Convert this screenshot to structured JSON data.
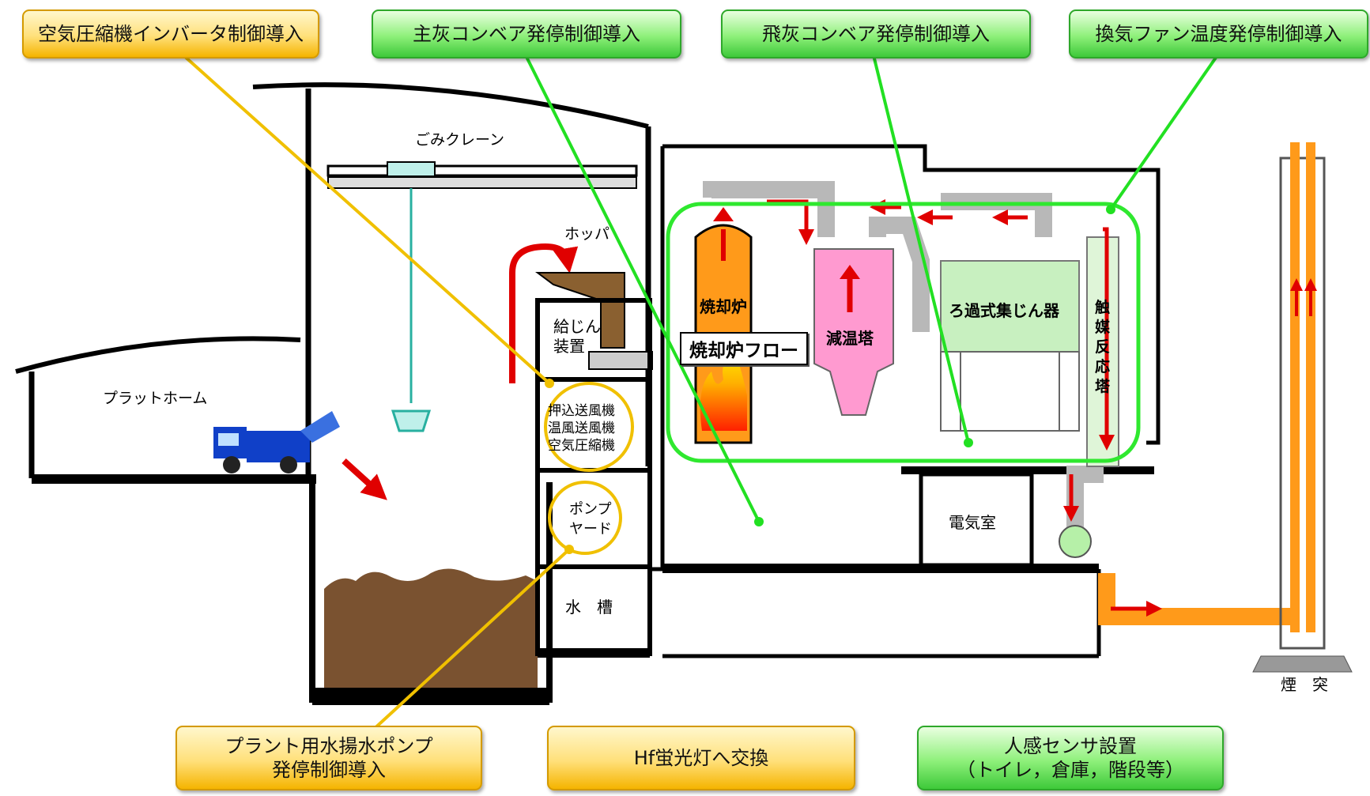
{
  "callouts": {
    "air_compressor": "空気圧縮機インバータ制御導入",
    "main_ash_conveyor": "主灰コンベア発停制御導入",
    "fly_ash_conveyor": "飛灰コンベア発停制御導入",
    "vent_fan": "換気ファン温度発停制御導入",
    "plant_pump": "プラント用水揚水ポンプ\n発停制御導入",
    "hf_lamp": "Hf蛍光灯へ交換",
    "motion_sensor": "人感センサ設置\n（トイレ，倉庫，階段等）"
  },
  "flow_label": "焼却炉フロー",
  "labels": {
    "crane": "ごみクレーン",
    "hopper": "ホッパ",
    "platform": "プラットホーム",
    "feeder_1": "給じん",
    "feeder_2": "装置",
    "blowers_1": "押込送風機",
    "blowers_2": "温風送風機",
    "blowers_3": "空気圧縮機",
    "pump_yard_1": "ポンプ",
    "pump_yard_2": "ヤード",
    "water_tank": "水　槽",
    "incinerator": "焼却炉",
    "cooling_tower": "減温塔",
    "bag_filter": "ろ過式集じん器",
    "catalyst_tower": "触媒反応塔",
    "electrical_room": "電気室",
    "chimney": "煙　突"
  },
  "colors": {
    "orange_accent": "#f5b400",
    "green_accent": "#2fe82f",
    "callout_line_orange": "#f0c000",
    "callout_line_green": "#22e022",
    "flow_arrow": "#e00000",
    "furnace": "#ff9a1a",
    "cooling_tower": "#ff9ad0",
    "bag_filter": "#c8f0c0",
    "refuse": "#7a5230"
  }
}
